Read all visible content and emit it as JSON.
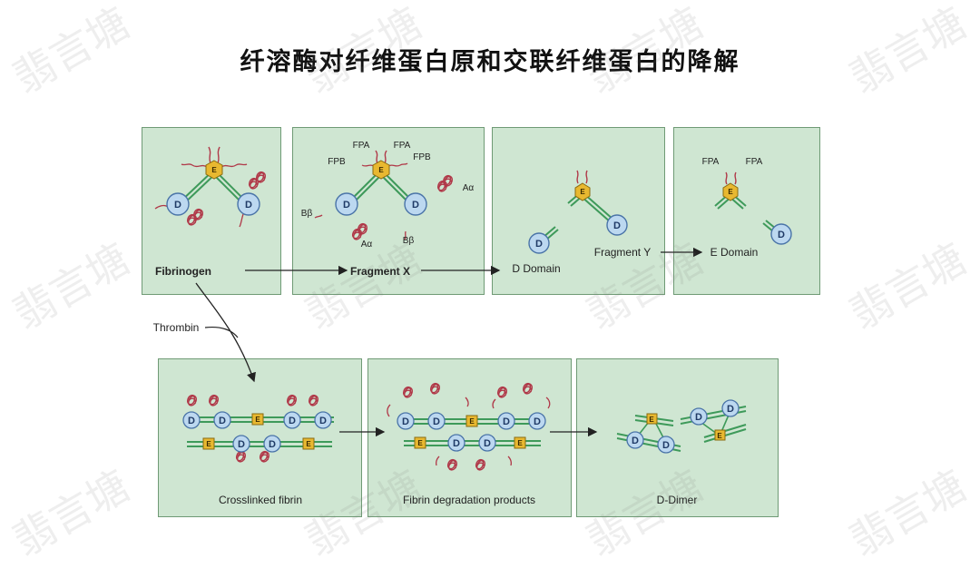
{
  "title": "纤溶酶对纤维蛋白原和交联纤维蛋白的降解",
  "watermark": "翡言塘",
  "labels": {
    "fibrinogen": "Fibrinogen",
    "fragment_x": "Fragment X",
    "d_domain": "D Domain",
    "fragment_y": "Fragment Y",
    "e_domain": "E Domain",
    "thrombin": "Thrombin",
    "crosslinked_fibrin": "Crosslinked fibrin",
    "fibrin_degradation_products": "Fibrin degradation products",
    "d_dimer": "D-Dimer"
  },
  "peptides": {
    "fpa": "FPA",
    "fpb": "FPB",
    "a_alpha": "Aα",
    "b_beta": "Bβ"
  },
  "domain_letters": {
    "d": "D",
    "e": "E"
  },
  "colors": {
    "panel_fill": "#cfe6d2",
    "d_domain": "#bcd8f0",
    "e_domain": "#e8b830",
    "coil": "#b03848",
    "rod": "#3e9a5a"
  }
}
